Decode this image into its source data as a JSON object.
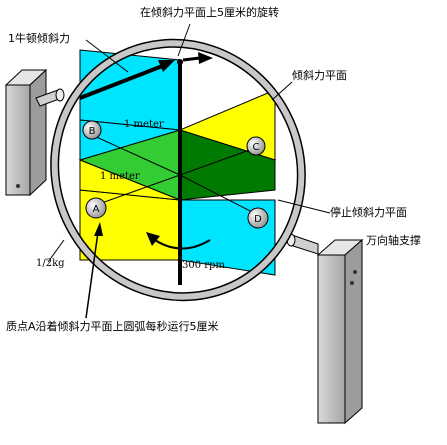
{
  "labels": {
    "title_top": "在倾斜力平面上5厘米的旋转",
    "one_newton_force": "1牛顿倾斜力",
    "force_plane": "倾斜力平面",
    "stopped_plane": "停止倾斜力平面",
    "gimbal_support": "万向轴支撑",
    "half_kg": "1/2kg",
    "rpm": "300 rpm",
    "meter_upper": "1 meter",
    "meter_lower": "1 meter",
    "bottom_caption": "质点A沿着倾斜力平面上圆弧每秒运行5厘米"
  },
  "points": {
    "a": "A",
    "b": "B",
    "c": "C",
    "d": "D"
  },
  "colors": {
    "cyan_plane": "#00e5ff",
    "yellow_plane": "#ffff00",
    "green_plane": "#33cc33",
    "dark_green": "#007a00",
    "support_grey": "#bfbfbf"
  }
}
